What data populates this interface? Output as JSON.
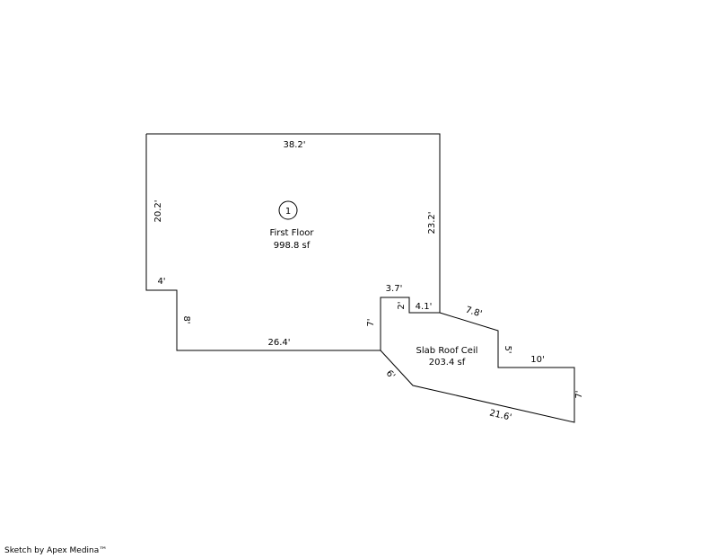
{
  "sketch": {
    "first_floor": {
      "marker": "1",
      "name": "First Floor",
      "area": "998.8 sf"
    },
    "slab_roof": {
      "name": "Slab Roof Ceil",
      "area": "203.4 sf"
    },
    "dimensions": {
      "top": "38.2'",
      "left": "20.2'",
      "right": "23.2'",
      "step_left": "4'",
      "step_down": "8'",
      "bottom": "26.4'",
      "notch_rise": "7'",
      "notch_top": "3.7'",
      "notch_drop": "2'",
      "notch_run": "4.1'",
      "slab_diag_top": "7.8'",
      "slab_step": "5'",
      "slab_ten": "10'",
      "slab_right": "7'",
      "slab_bottom": "21.6'",
      "slab_diag_left": "6'"
    }
  },
  "footer": {
    "credit": "Sketch by Apex Medina™"
  }
}
